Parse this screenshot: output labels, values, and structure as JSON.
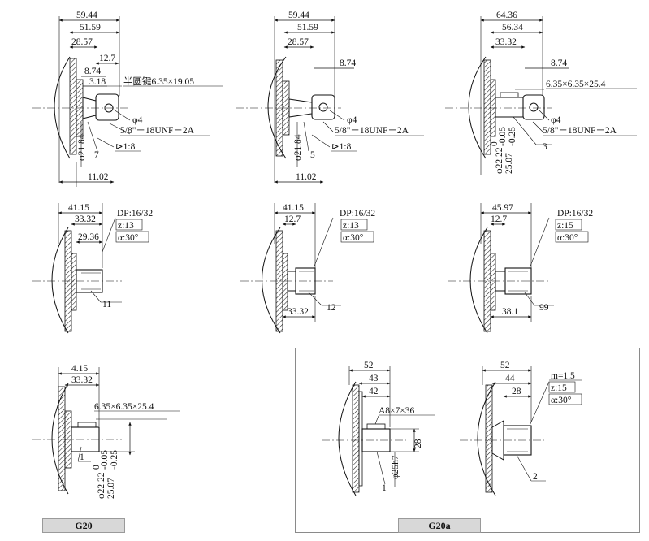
{
  "captions": {
    "g20": "G20",
    "g20a": "G20a"
  },
  "views": {
    "v1": {
      "d1": "59.44",
      "d2": "51.59",
      "d3": "28.57",
      "d4": "12.7",
      "d5": "8.74",
      "d6": "3.18",
      "key": "半圆键6.35×19.05",
      "hole": "φ4",
      "thread": "5/8\"－18UNF－2A",
      "taper": "⊳1:8",
      "dia": "φ21.84",
      "item": "7",
      "bottom": "11.02"
    },
    "v2": {
      "d1": "59.44",
      "d2": "51.59",
      "d3": "28.57",
      "d5": "8.74",
      "hole": "φ4",
      "thread": "5/8\"－18UNF－2A",
      "taper": "⊳1:8",
      "dia": "φ21.84",
      "item": "5",
      "bottom": "11.02"
    },
    "v3": {
      "d1": "64.36",
      "d2": "56.34",
      "d3": "33.32",
      "d5": "8.74",
      "key": "6.35×6.35×25.4",
      "hole": "φ4",
      "thread": "5/8\"－18UNF－2A",
      "dia": "φ22.22",
      "tol1": "0",
      "tol2": "-0.05",
      "dia2": "25.07",
      "tol3": "-0.25",
      "item": "3"
    },
    "v4": {
      "d1": "41.15",
      "d2": "33.32",
      "d3": "29.36",
      "dp": "DP:16/32",
      "z": "z:13",
      "a": "α:30°",
      "item": "11"
    },
    "v5": {
      "d1": "41.15",
      "d2": "12.7",
      "dp": "DP:16/32",
      "z": "z:13",
      "a": "α:30°",
      "bottom": "33.32",
      "item": "12"
    },
    "v6": {
      "d1": "45.97",
      "d2": "12.7",
      "dp": "DP:16/32",
      "z": "z:15",
      "a": "α:30°",
      "bottom": "38.1",
      "item": "99"
    },
    "v7": {
      "d1": "4.15",
      "d2": "33.32",
      "key": "6.35×6.35×25.4",
      "dia": "φ22.22",
      "tol1": "0",
      "tol2": "-0.05",
      "dia2": "25.07",
      "tol3": "-0.25",
      "item": "1"
    },
    "v8": {
      "d1": "52",
      "d2": "43",
      "d3": "42",
      "key": "A8×7×36",
      "dia": "φ25h7",
      "side": "28",
      "item": "1"
    },
    "v9": {
      "d1": "52",
      "d2": "44",
      "d3": "28",
      "m": "m=1.5",
      "z": "z:15",
      "a": "α:30°",
      "item": "2"
    }
  }
}
